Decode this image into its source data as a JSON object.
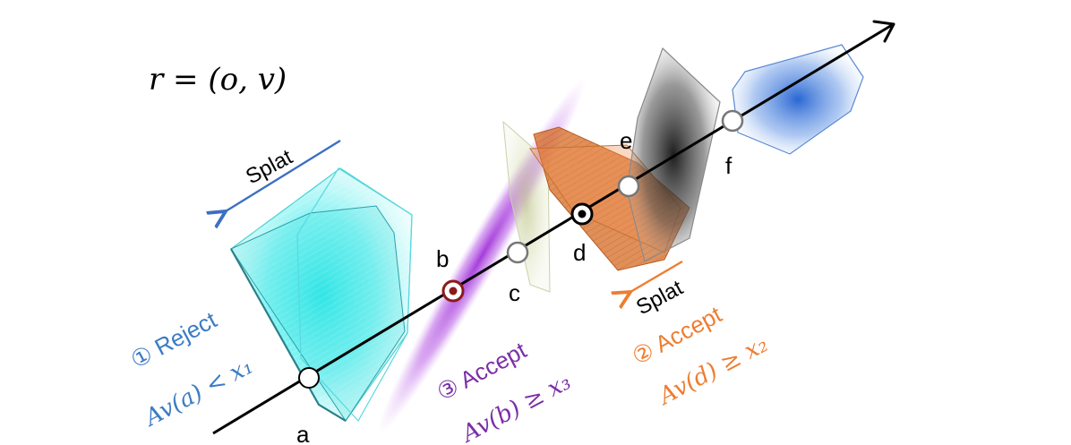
{
  "ray_label": "r = (o, v)",
  "points": {
    "a": "a",
    "b": "b",
    "c": "c",
    "d": "d",
    "e": "e",
    "f": "f"
  },
  "splat_left": "Splat",
  "splat_right": "Splat",
  "reject": {
    "title": "① Reject",
    "condition": "Av(a) < x₁"
  },
  "accept_d": {
    "title": "② Accept",
    "condition": "Av(d) ≥ x₂"
  },
  "accept_b": {
    "title": "③ Accept",
    "condition": "Av(b) ≥ x₃"
  },
  "colors": {
    "reject": "#3b7cc4",
    "accept_d": "#ee7d31",
    "accept_b": "#7b2fa8",
    "cyan": "#33e0e0",
    "orange": "#d9702a",
    "gray": "#555555",
    "blue": "#2f6fd6",
    "purple": "#b54fe0",
    "olive": "#c9d0a0",
    "dark_red": "#8b1a1a"
  }
}
